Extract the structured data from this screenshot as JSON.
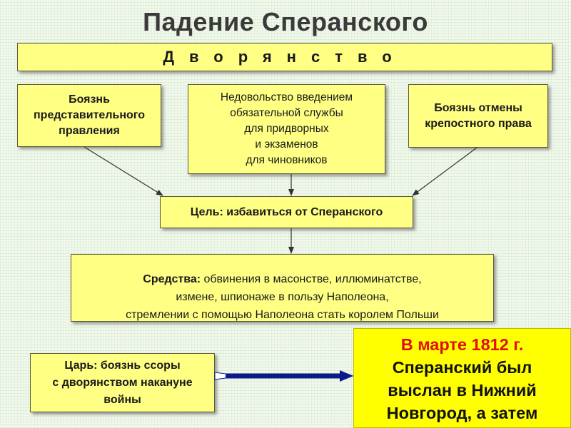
{
  "title": "Падение Сперанского",
  "banner": "Дворянство",
  "boxes": {
    "fear_representative": "Боязнь\nпредставительного\nправления",
    "discontent": "Недовольство введением\nобязательной службы\nдля придворных\nи экзаменов\nдля чиновников",
    "fear_serfdom": "Боязнь отмены\nкрепостного права",
    "goal": "Цель: избавиться от Сперанского",
    "means_label": "Средства:",
    "means_text_line1": " обвинения в масонстве, иллюминатстве,",
    "means_text_rest": "измене, шпионаже в пользу Наполеона,\nстремлении с помощью Наполеона стать королем Польши",
    "tsar": "Царь: боязнь ссоры\nс дворянством накануне\nвойны"
  },
  "result": {
    "date": "В марте 1812 г.",
    "text": "Сперанский был\nвыслан в Нижний\nНовгород, а затем"
  },
  "colors": {
    "box_fill": "#ffff84",
    "result_fill": "#ffff00",
    "result_date": "#e01010",
    "big_arrow": "#0a1a8a"
  }
}
